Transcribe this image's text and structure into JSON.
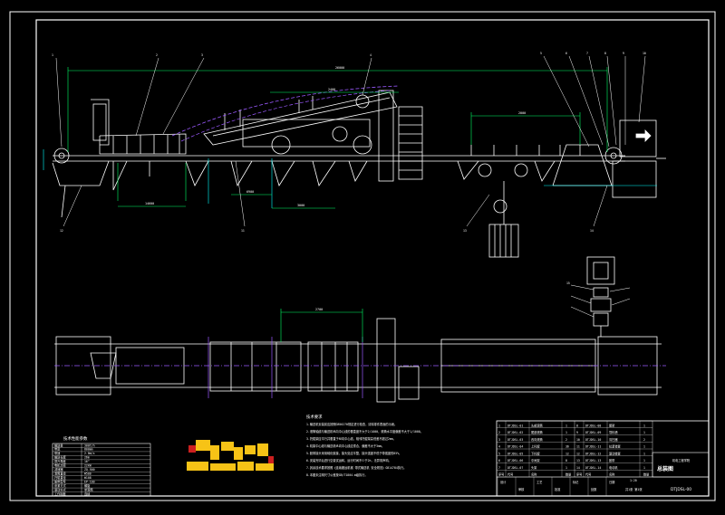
{
  "drawing": {
    "title": "总装图",
    "drawing_number": "DTJDSL-00",
    "scale": "1:20",
    "sheet_label": "共1张 第1张",
    "company_text": "机电工程学院"
  },
  "dimensions": {
    "total_length": "26000",
    "dim_a": "14600",
    "dim_b": "6900",
    "dim_c": "3000",
    "dim_d": "2000",
    "dim_e": "2400",
    "dim_f": "2700"
  },
  "notes": {
    "heading": "技术要求",
    "lines": [
      "1.输送机安装前应按照GB50270规定进行检查，清除零件表面的污垢。",
      "2.滚筒轴线与输送机纵向中心线的垂直度不大于2/1000，滚筒水平度偏差不大于1/1000。",
      "3.托辊架应平行并垂直于纵向中心线，相邻托辊架高低差不超过2mm。",
      "4.机架中心线与输送机纵向中心线应重合，偏差不大于3mm。",
      "5.胶带接头采用硫化胶接，接头处应平整，接头强度不低于带强度的85%。",
      "6.安装完毕后进行空载试运转，运行时间不少于2h，无异常声响。",
      "7.其余技术要求按照《连续搬运机械 带式输送机 安全规范》GB14784执行。",
      "8.本图未注明尺寸公差按GB/T1804-m级执行。"
    ]
  },
  "param_table": {
    "heading": "技术性能参数",
    "rows": [
      [
        "输送量",
        "300t/h"
      ],
      [
        "带宽",
        "800mm"
      ],
      [
        "带速",
        "2.0m/s"
      ],
      [
        "输送长度",
        "26m"
      ],
      [
        "提升角度",
        "16°"
      ],
      [
        "电机功率",
        "22kW"
      ],
      [
        "减速器",
        "ZQ-500"
      ],
      [
        "滚筒直径",
        "Φ500"
      ],
      [
        "托辊直径",
        "Φ108"
      ],
      [
        "胶带型号",
        "EP-100"
      ],
      [
        "张紧方式",
        "螺旋"
      ],
      [
        "驱动方式",
        "单滚筒"
      ],
      [
        "工作制度",
        "连续"
      ]
    ]
  },
  "title_block": {
    "rows": [
      [
        "1",
        "DTJDSL-01",
        "头部滚筒",
        "1"
      ],
      [
        "2",
        "DTJDSL-02",
        "尾部滚筒",
        "1"
      ],
      [
        "3",
        "DTJDSL-03",
        "改向滚筒",
        "2"
      ],
      [
        "4",
        "DTJDSL-04",
        "上托辊",
        "36"
      ],
      [
        "5",
        "DTJDSL-05",
        "下托辊",
        "12"
      ],
      [
        "6",
        "DTJDSL-06",
        "中间架",
        "8"
      ],
      [
        "7",
        "DTJDSL-07",
        "头架",
        "1"
      ],
      [
        "8",
        "DTJDSL-08",
        "尾架",
        "1"
      ],
      [
        "9",
        "DTJDSL-09",
        "导料槽",
        "1"
      ],
      [
        "10",
        "DTJDSL-10",
        "清扫器",
        "2"
      ],
      [
        "11",
        "DTJDSL-11",
        "拉紧装置",
        "1"
      ],
      [
        "12",
        "DTJDSL-12",
        "驱动装置",
        "1"
      ],
      [
        "13",
        "DTJDSL-13",
        "胶带",
        "1"
      ],
      [
        "14",
        "DTJDSL-14",
        "电动机",
        "1"
      ]
    ],
    "header": [
      "序号",
      "代号",
      "名称",
      "数量"
    ],
    "labels": [
      "设计",
      "审核",
      "工艺",
      "批准",
      "标记",
      "处数",
      "日期"
    ]
  },
  "balloons": [
    "1",
    "2",
    "3",
    "4",
    "5",
    "6",
    "7",
    "8",
    "9",
    "10",
    "11",
    "12",
    "13",
    "14",
    "15"
  ],
  "colors": {
    "background": "#000000",
    "drawing": "#ffffff",
    "dimension": "#00ff66",
    "center": "#ff33ff",
    "hidden": "#00ffff",
    "hatch_purple": "#9b59ff",
    "stamp_yellow": "#f7c316",
    "stamp_red": "#cc1f1f"
  }
}
